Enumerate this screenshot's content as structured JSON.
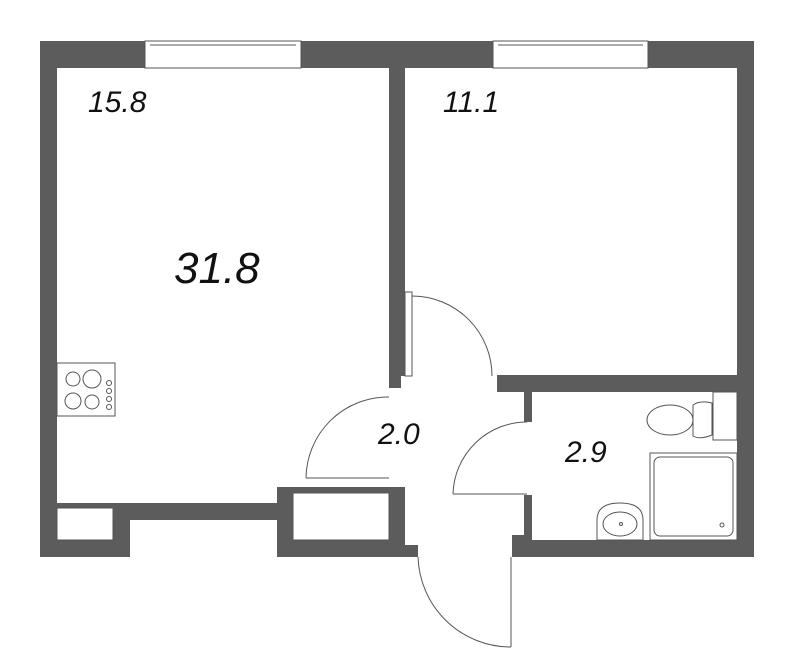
{
  "plan": {
    "total_area": "31.8",
    "rooms": [
      {
        "id": "kitchen-living",
        "area": "15.8"
      },
      {
        "id": "bedroom",
        "area": "11.1"
      },
      {
        "id": "hallway",
        "area": "2.0"
      },
      {
        "id": "bathroom",
        "area": "2.9"
      }
    ],
    "colors": {
      "wall": "#5c5c5c",
      "background": "#ffffff",
      "outline": "#555555"
    }
  }
}
